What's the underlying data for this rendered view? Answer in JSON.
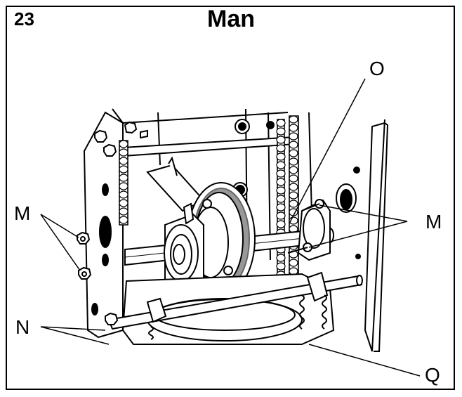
{
  "figure": {
    "number": "23",
    "title": "Man"
  },
  "callouts": [
    {
      "id": "O",
      "label": "O"
    },
    {
      "id": "M-left",
      "label": "M"
    },
    {
      "id": "M-right",
      "label": "M"
    },
    {
      "id": "N",
      "label": "N"
    },
    {
      "id": "Q",
      "label": "Q"
    }
  ]
}
